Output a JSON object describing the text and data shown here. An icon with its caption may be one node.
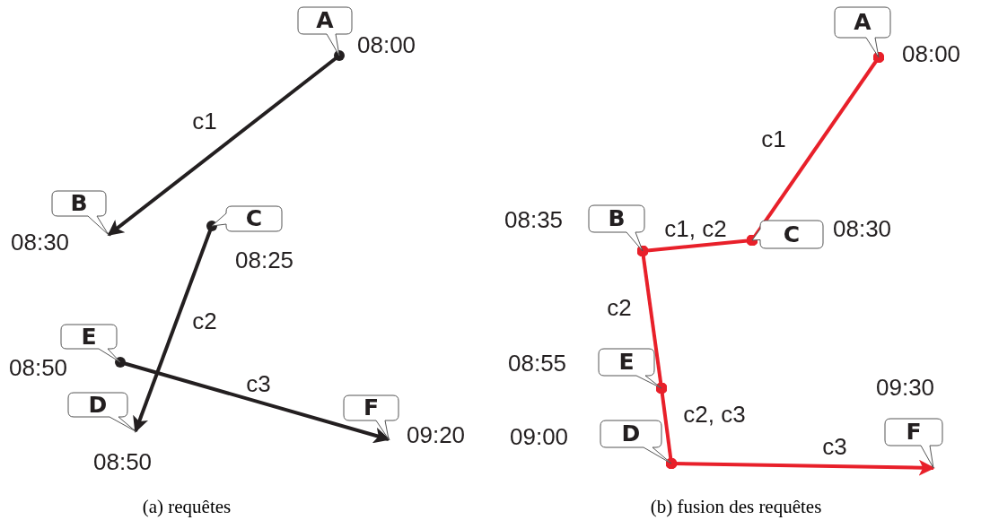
{
  "diagram": {
    "nodes": [
      {
        "text": [
          "A"
        ],
        "beside": [
          "08:00"
        ]
      },
      {
        "text": [
          "B"
        ],
        "beside": [
          "08:30"
        ]
      },
      {
        "text": [
          "C"
        ],
        "beside": [
          "08:25"
        ]
      },
      {
        "text": [
          "D"
        ],
        "beside": [
          "08:50"
        ]
      },
      {
        "text": [
          "E"
        ],
        "beside": [
          "08:50"
        ]
      },
      {
        "text": [
          "F"
        ],
        "beside": [
          "09:20"
        ]
      },
      {
        "text": [
          "A"
        ],
        "beside": [
          "08:00"
        ]
      },
      {
        "text": [
          "B"
        ],
        "beside": [
          "08:35"
        ]
      },
      {
        "text": [
          "C"
        ],
        "beside": [
          "08:30"
        ]
      },
      {
        "text": [
          "D"
        ],
        "beside": [
          "09:00"
        ]
      },
      {
        "text": [
          "E"
        ],
        "beside": [
          "08:55"
        ]
      },
      {
        "text": [
          "F"
        ],
        "beside": [
          "09:30"
        ]
      }
    ],
    "edges": [
      {
        "from": 0,
        "to": 1,
        "arrow": "to",
        "label": "c1",
        "color": "#231f20"
      },
      {
        "from": 2,
        "to": 3,
        "arrow": "to",
        "label": "c2",
        "color": "#231f20"
      },
      {
        "from": 4,
        "to": 5,
        "arrow": "to",
        "label": "c3",
        "color": "#231f20"
      },
      {
        "from": 6,
        "to": 8,
        "arrow": "other",
        "label": "c1",
        "color": "#e8202a"
      },
      {
        "from": 8,
        "to": 7,
        "arrow": "other",
        "label": "c1, c2",
        "color": "#e8202a"
      },
      {
        "from": 7,
        "to": 10,
        "arrow": "other",
        "label": "c2",
        "color": "#e8202a"
      },
      {
        "from": 10,
        "to": 9,
        "arrow": "other",
        "label": "c2, c3",
        "color": "#e8202a"
      },
      {
        "from": 9,
        "to": 11,
        "arrow": "to",
        "label": "c3",
        "color": "#e8202a"
      }
    ],
    "labels": [
      "(a) requêtes",
      "(b) fusion des requêtes"
    ]
  }
}
